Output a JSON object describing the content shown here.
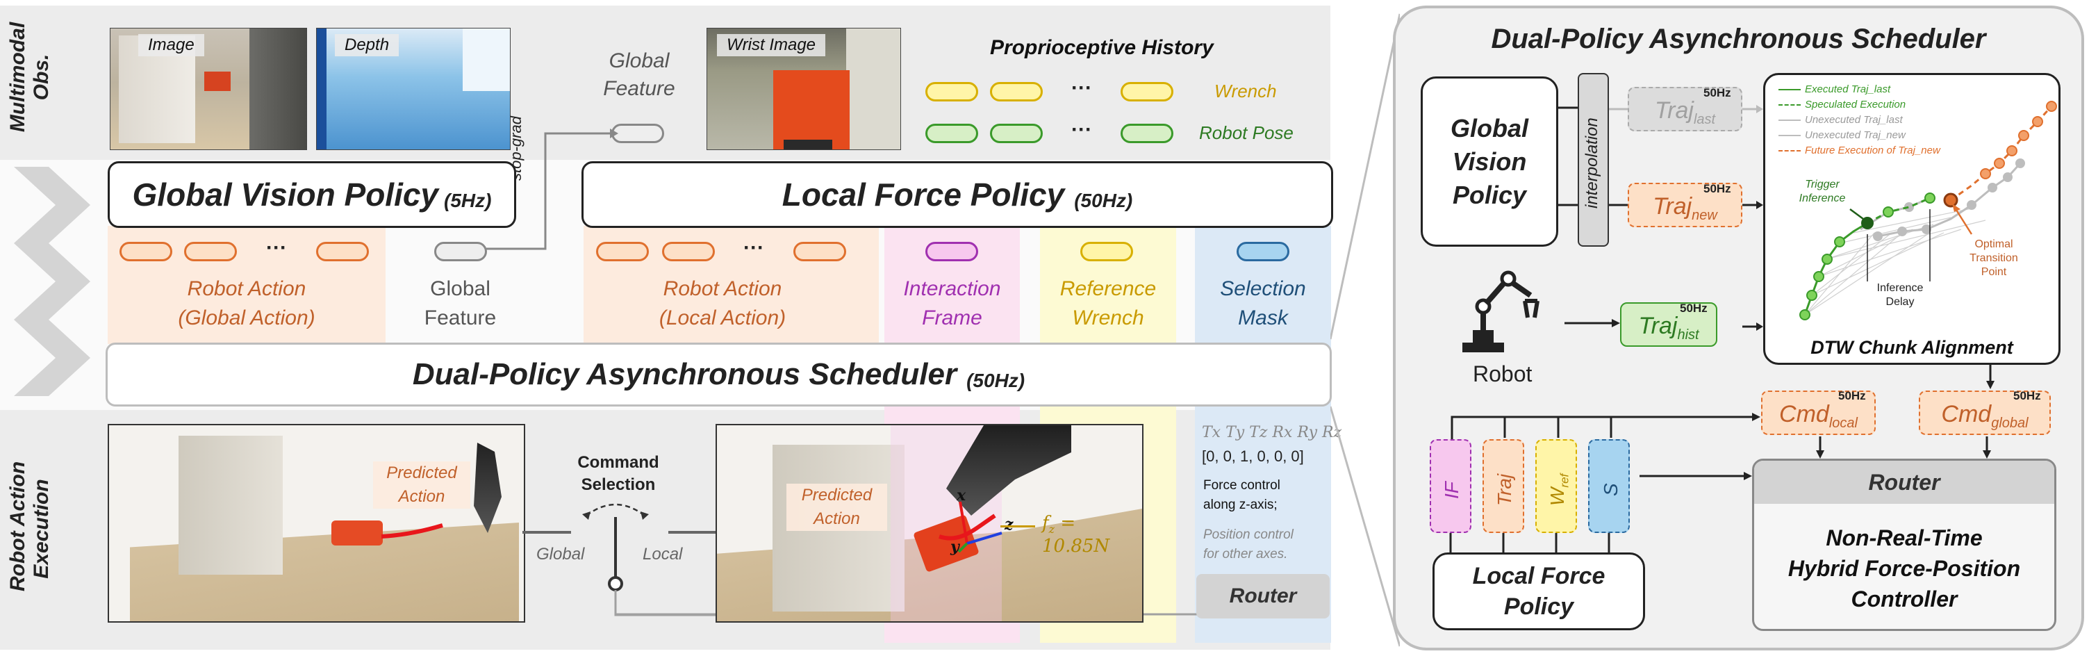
{
  "left": {
    "row_labels": {
      "obs": [
        "Multimodal",
        "Obs."
      ],
      "exec": [
        "Robot Action",
        "Execution"
      ]
    },
    "obs": {
      "image_label": "Image",
      "depth_label": "Depth",
      "global_feature_label": [
        "Global",
        "Feature"
      ],
      "wrist_label": "Wrist Image",
      "proprio_title": "Proprioceptive History",
      "wrench_label": "Wrench",
      "pose_label": "Robot Pose",
      "ellipsis": "···",
      "stopgrad": "stop-grad"
    },
    "global_policy": {
      "title": "Global Vision Policy",
      "rate": "(5Hz)"
    },
    "local_policy": {
      "title": "Local Force Policy",
      "rate": "(50Hz)"
    },
    "outputs": {
      "global_action": [
        "Robot Action",
        "(Global Action)"
      ],
      "global_feature": [
        "Global",
        "Feature"
      ],
      "local_action": [
        "Robot Action",
        "(Local Action)"
      ],
      "interaction_frame": [
        "Interaction",
        "Frame"
      ],
      "reference_wrench": [
        "Reference",
        "Wrench"
      ],
      "selection_mask": [
        "Selection",
        "Mask"
      ]
    },
    "scheduler": {
      "title": "Dual-Policy Asynchronous Scheduler",
      "rate": "(50Hz)"
    },
    "exec": {
      "predicted_action": [
        "Predicted",
        "Action"
      ],
      "command_selection": [
        "Command",
        "Selection"
      ],
      "global": "Global",
      "local": "Local",
      "force_value": "f",
      "force_sub": "z",
      "force_eq": " = 10.85N",
      "mask_axes": "Tx Ty Tz Rx Ry Rz",
      "mask_vector": "[0, 0, 1, 0, 0, 0]",
      "force_text": [
        "Force control",
        "along z-axis;"
      ],
      "pos_text": [
        "Position control",
        "for other axes."
      ],
      "router": "Router",
      "axis_x": "x",
      "axis_y": "y",
      "axis_z": "z"
    }
  },
  "right": {
    "title": "Dual-Policy Asynchronous Scheduler",
    "gvp": [
      "Global",
      "Vision",
      "Policy"
    ],
    "interpolation": "interpolation",
    "traj_last": "Traj",
    "traj_last_sub": "last",
    "traj_new": "Traj",
    "traj_new_sub": "new",
    "traj_hist": "Traj",
    "traj_hist_sub": "hist",
    "rate": "50Hz",
    "robot": "Robot",
    "legend": [
      "Executed Traj_last",
      "Speculated Execution",
      "Unexecuted Traj_last",
      "Unexecuted Traj_new",
      "Future Execution of Traj_new"
    ],
    "trigger_inference": [
      "Trigger",
      "Inference"
    ],
    "inference_delay": [
      "Inference",
      "Delay"
    ],
    "optimal_transition": [
      "Optimal",
      "Transition",
      "Point"
    ],
    "dtw": "DTW Chunk Alignment",
    "cmd_local": "Cmd",
    "cmd_local_sub": "local",
    "cmd_global": "Cmd",
    "cmd_global_sub": "global",
    "router": "Router",
    "controller": [
      "Non-Real-Time",
      "Hybrid Force-Position",
      "Controller"
    ],
    "signals": [
      "IF",
      "Traj",
      "W",
      "S"
    ],
    "w_sub": "ref",
    "lfp": [
      "Local Force",
      "Policy"
    ]
  },
  "colors": {
    "orange": "#e0702e",
    "orange_fill": "#fde0c7",
    "yellow": "#d8b000",
    "yellow_fill": "#fff5a8",
    "green": "#3a9a2a",
    "green_fill": "#d7efc6",
    "purple": "#a030b0",
    "purple_fill": "#f7c8ee",
    "blue": "#2a6aa0",
    "blue_fill": "#a7d4f0",
    "gray": "#9a9a9a"
  }
}
